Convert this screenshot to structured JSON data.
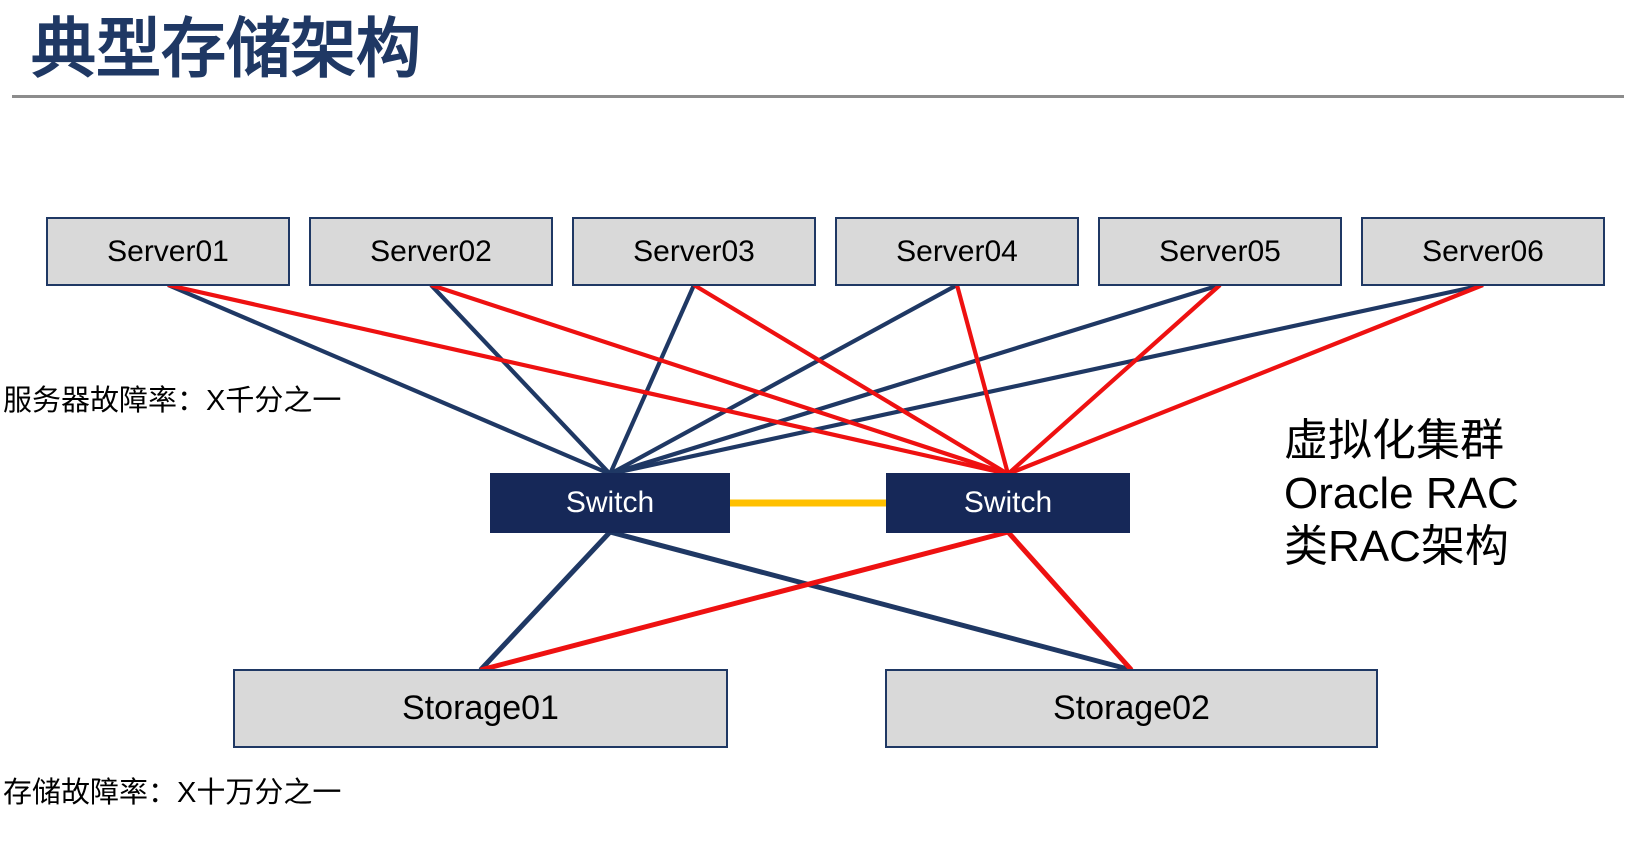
{
  "title": "典型存储架构",
  "colors": {
    "navy": "#1F3864",
    "red": "#EE1111",
    "orange": "#FFC000",
    "node_fill": "#D9D9D9",
    "switch_fill": "#162858",
    "switch_text": "#FFFFFF",
    "divider_gray": "#8C8C8C",
    "title_navy": "#1F3864"
  },
  "servers": [
    {
      "id": "server1",
      "label": "Server01"
    },
    {
      "id": "server2",
      "label": "Server02"
    },
    {
      "id": "server3",
      "label": "Server03"
    },
    {
      "id": "server4",
      "label": "Server04"
    },
    {
      "id": "server5",
      "label": "Server05"
    },
    {
      "id": "server6",
      "label": "Server06"
    }
  ],
  "switches": [
    {
      "id": "switch1",
      "label": "Switch"
    },
    {
      "id": "switch2",
      "label": "Switch"
    }
  ],
  "storages": [
    {
      "id": "storage1",
      "label": "Storage01"
    },
    {
      "id": "storage2",
      "label": "Storage02"
    }
  ],
  "labels": {
    "server_failure_rate": "服务器故障率：X千分之一",
    "storage_failure_rate": "存储故障率：X十万分之一"
  },
  "side_note": {
    "lines": [
      "虚拟化集群",
      "Oracle RAC",
      "类RAC架构"
    ]
  },
  "links": [
    {
      "from": "server1",
      "to": "switch1",
      "color": "navy"
    },
    {
      "from": "server2",
      "to": "switch1",
      "color": "navy"
    },
    {
      "from": "server3",
      "to": "switch1",
      "color": "navy"
    },
    {
      "from": "server4",
      "to": "switch1",
      "color": "navy"
    },
    {
      "from": "server5",
      "to": "switch1",
      "color": "navy"
    },
    {
      "from": "server6",
      "to": "switch1",
      "color": "navy"
    },
    {
      "from": "switch1",
      "to": "storage1",
      "color": "navy"
    },
    {
      "from": "switch1",
      "to": "storage2",
      "color": "navy"
    },
    {
      "from": "server1",
      "to": "switch2",
      "color": "red"
    },
    {
      "from": "server2",
      "to": "switch2",
      "color": "red"
    },
    {
      "from": "server3",
      "to": "switch2",
      "color": "red"
    },
    {
      "from": "server4",
      "to": "switch2",
      "color": "red"
    },
    {
      "from": "server5",
      "to": "switch2",
      "color": "red"
    },
    {
      "from": "server6",
      "to": "switch2",
      "color": "red"
    },
    {
      "from": "switch2",
      "to": "storage1",
      "color": "red"
    },
    {
      "from": "switch2",
      "to": "storage2",
      "color": "red"
    },
    {
      "from": "switch1",
      "to": "switch2",
      "color": "orange"
    }
  ]
}
